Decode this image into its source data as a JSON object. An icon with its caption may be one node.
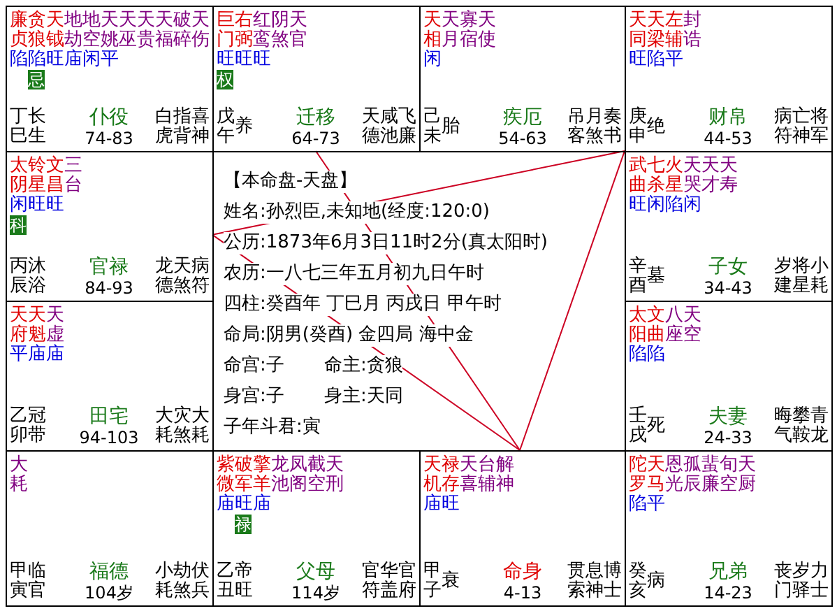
{
  "diagram": {
    "nodes": [
      {
        "text": [
          "廉贞",
          "贪狼",
          "天钺",
          "地劫",
          "地空",
          "天姚",
          "天巫",
          "天贵",
          "天福",
          "破碎",
          "天伤",
          "陷陷旺庙闲平",
          "忌",
          "丁巳",
          "长生",
          "仆役",
          "74-83",
          "白虎",
          "指背",
          "喜神"
        ]
      },
      {
        "text": [
          "巨门",
          "右弼",
          "红鸾",
          "阴煞",
          "天官",
          "旺旺旺",
          "权",
          "戊午",
          "养",
          "迁移",
          "64-73",
          "天德",
          "咸池",
          "飞廉"
        ]
      },
      {
        "text": [
          "天相",
          "天月",
          "寡宿",
          "天使",
          "闲",
          "己未",
          "胎",
          "疾厄",
          "54-63",
          "吊客",
          "月煞",
          "奏书"
        ]
      },
      {
        "text": [
          "天同",
          "天梁",
          "左辅",
          "封诰",
          "旺陷平",
          "庚申",
          "绝",
          "财帛",
          "44-53",
          "病符",
          "亡神",
          "将军"
        ]
      },
      {
        "text": [
          "太阴",
          "铃星",
          "文昌",
          "三台",
          "闲旺旺",
          "科",
          "丙辰",
          "沐浴",
          "官禄",
          "84-93",
          "龙德",
          "天煞",
          "病符"
        ]
      },
      {
        "text": [
          "武曲",
          "七杀",
          "火星",
          "天哭",
          "天才",
          "天寿",
          "旺闲陷闲",
          "辛酉",
          "墓",
          "子女",
          "34-43",
          "岁建",
          "将星",
          "小耗"
        ]
      },
      {
        "text": [
          "天府",
          "天魁",
          "天虚",
          "平庙庙",
          "乙卯",
          "冠带",
          "田宅",
          "94-103",
          "大耗",
          "灾煞",
          "大耗"
        ]
      },
      {
        "text": [
          "太阳",
          "文曲",
          "八座",
          "天空",
          "陷陷",
          "壬戌",
          "死",
          "夫妻",
          "24-33",
          "晦气",
          "攀鞍",
          "青龙"
        ]
      },
      {
        "text": [
          "大耗",
          "甲寅",
          "临官",
          "福德",
          "104岁",
          "小耗",
          "劫煞",
          "伏兵"
        ]
      },
      {
        "text": [
          "紫微",
          "破军",
          "擎羊",
          "龙池",
          "凤阁",
          "截空",
          "天刑",
          "庙旺庙",
          "禄",
          "乙丑",
          "帝旺",
          "父母",
          "114岁",
          "官符",
          "华盖",
          "官府"
        ]
      },
      {
        "text": [
          "天机",
          "禄存",
          "天喜",
          "台辅",
          "解神",
          "庙旺",
          "甲子",
          "衰",
          "命身",
          "4-13",
          "贯索",
          "息神",
          "博士"
        ]
      },
      {
        "text": [
          "陀罗",
          "天马",
          "恩光",
          "孤辰",
          "蜚廉",
          "旬空",
          "天厨",
          "陷平",
          "癸亥",
          "病",
          "兄弟",
          "14-23",
          "丧门",
          "岁驿",
          "力士"
        ]
      }
    ],
    "edges": [
      {
        "from": 10,
        "to": 1,
        "arrow": "none"
      },
      {
        "from": 10,
        "to": 4,
        "arrow": "none"
      },
      {
        "from": 10,
        "to": 3,
        "arrow": "none"
      },
      {
        "from": 4,
        "to": 3,
        "arrow": "none"
      }
    ],
    "labels": [
      "【本命盘-天盘】",
      "姓名:孙烈臣,未知地(经度:120:0)",
      "公历:1873年6月3日11时2分(真太阳时)",
      "农历:一八七三年五月初九日午时",
      "四柱:癸酉年 丁巳月 丙戌日 甲午时",
      "命局:阴男(癸酉) 金四局 海中金",
      "命宫:子",
      "命主:贪狼",
      "身宫:子",
      "身主:天同",
      "子年斗君:寅"
    ]
  }
}
